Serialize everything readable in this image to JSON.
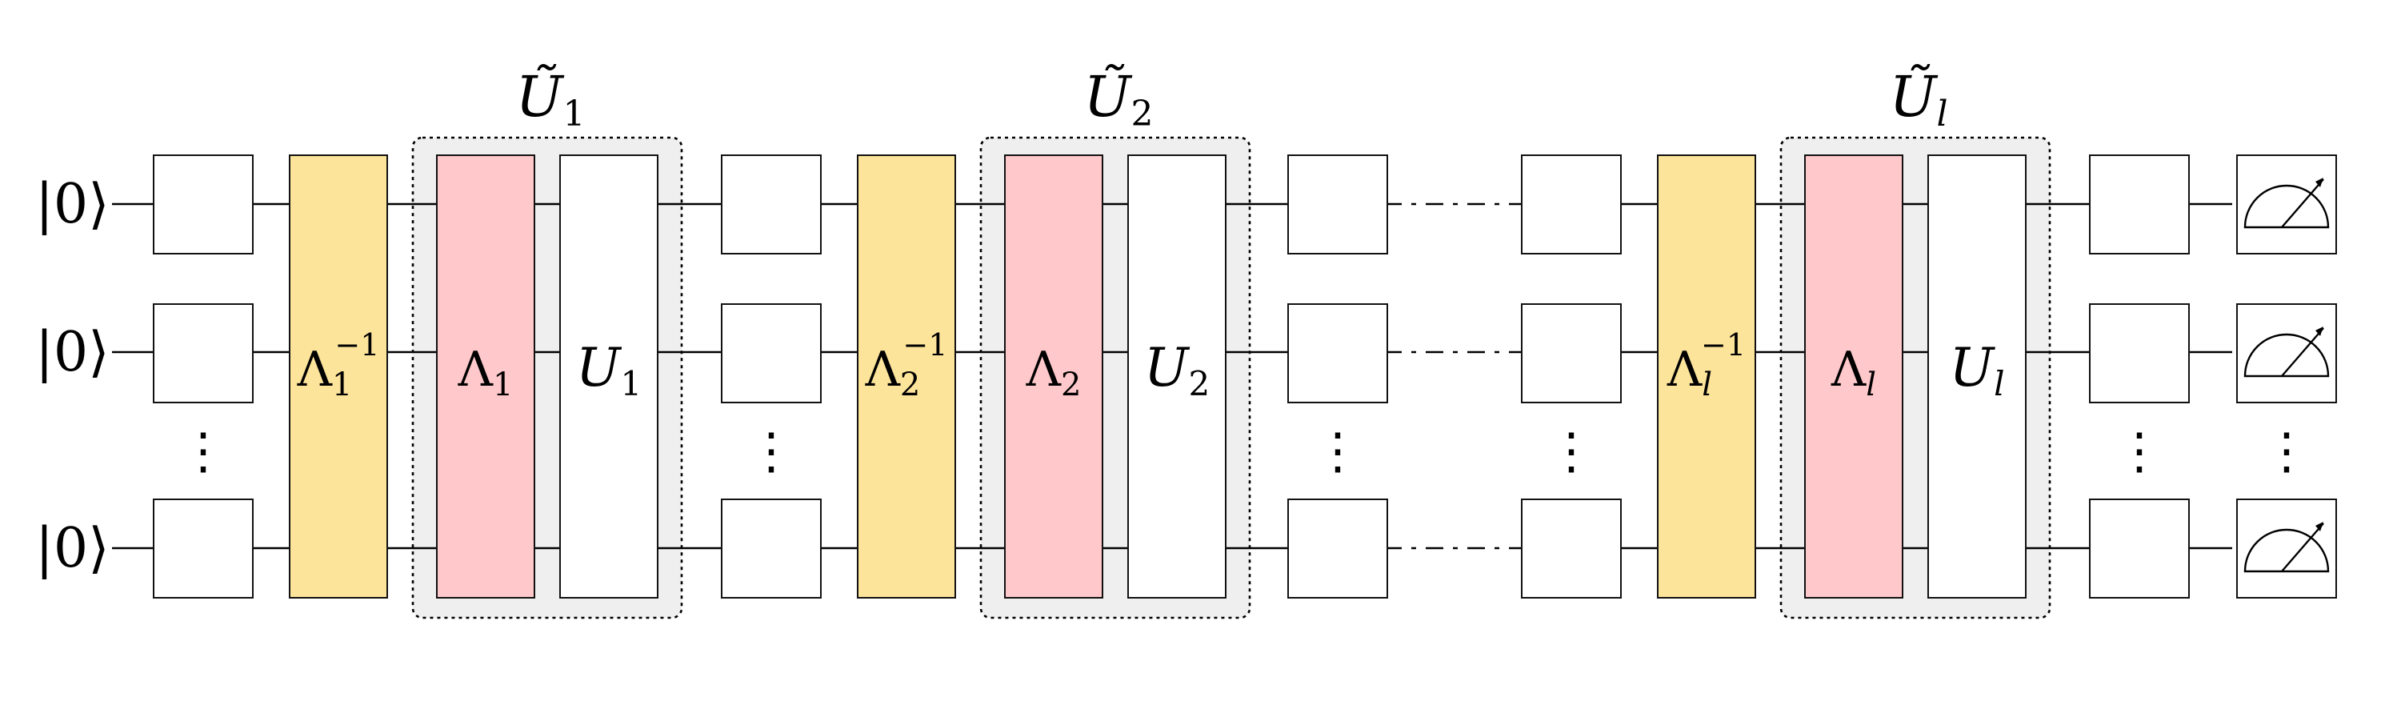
{
  "wires": {
    "input_state": "|0⟩",
    "visible_rows": 3
  },
  "blocks": [
    {
      "index": "1",
      "group_label_main": "Ũ",
      "group_label_sub": "1",
      "inverse_gate": {
        "main": "Λ",
        "sub": "1",
        "sup": "−1"
      },
      "lambda_gate": {
        "main": "Λ",
        "sub": "1"
      },
      "unitary_gate": {
        "main": "U",
        "sub": "1"
      }
    },
    {
      "index": "2",
      "group_label_main": "Ũ",
      "group_label_sub": "2",
      "inverse_gate": {
        "main": "Λ",
        "sub": "2",
        "sup": "−1"
      },
      "lambda_gate": {
        "main": "Λ",
        "sub": "2"
      },
      "unitary_gate": {
        "main": "U",
        "sub": "2"
      }
    },
    {
      "index": "l",
      "group_label_main": "Ũ",
      "group_label_sub": "l",
      "inverse_gate": {
        "main": "Λ",
        "sub": "l",
        "sup": "−1"
      },
      "lambda_gate": {
        "main": "Λ",
        "sub": "l"
      },
      "unitary_gate": {
        "main": "U",
        "sub": "l"
      }
    }
  ],
  "vertical_ellipsis": "⋮",
  "colors": {
    "inverse_gate_fill": "#fde49b",
    "lambda_gate_fill": "#ffc8cb",
    "unitary_gate_fill": "#ffffff",
    "group_fill": "#efefef",
    "plain_gate_fill": "#ffffff",
    "wire": "#000000"
  },
  "icons": {
    "measurement": "measurement-meter-icon"
  }
}
